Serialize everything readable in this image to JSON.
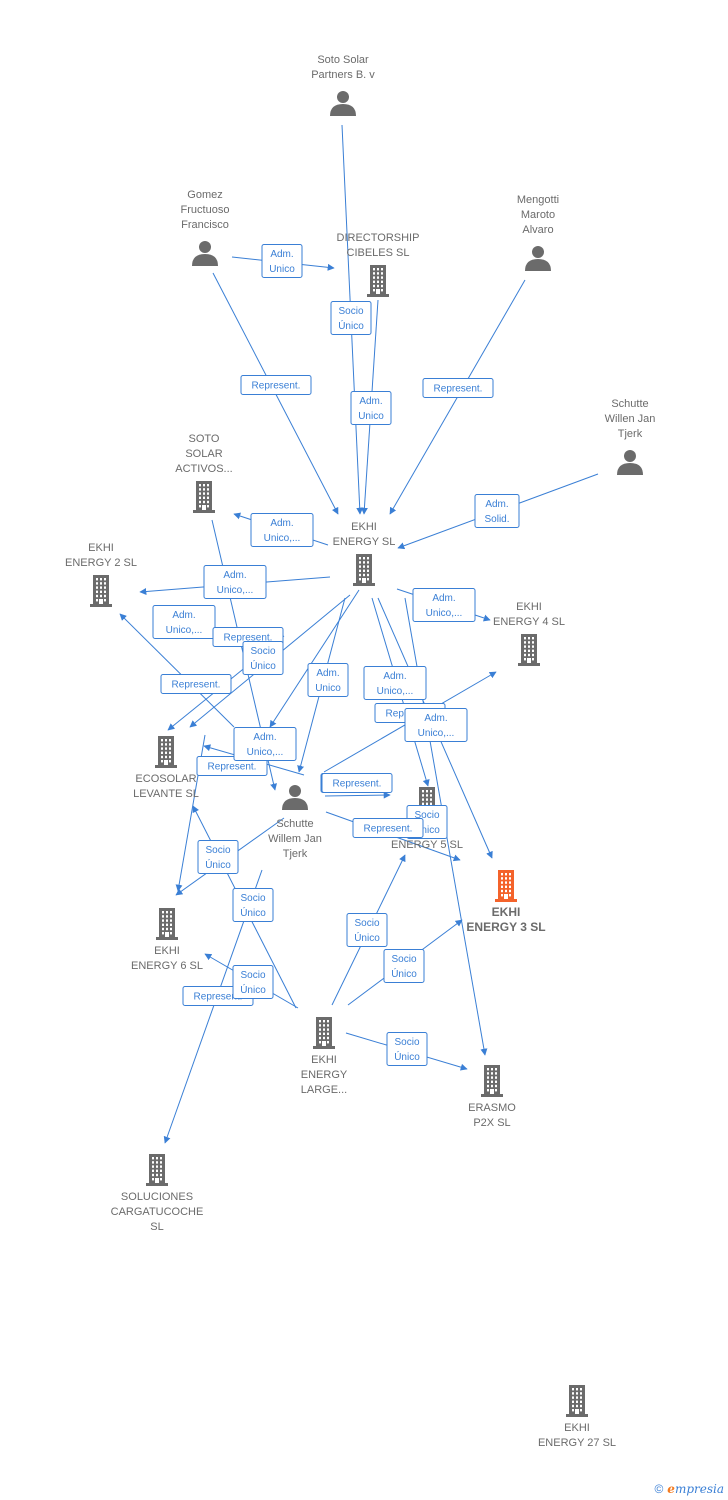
{
  "colors": {
    "edge": "#3a7fd5",
    "building": "#6b6b6b",
    "focus": "#f4632b",
    "person": "#6b6b6b"
  },
  "nodes": [
    {
      "id": "soto_partners",
      "type": "person",
      "label": [
        "Soto Solar",
        "Partners B. v"
      ]
    },
    {
      "id": "gomez",
      "type": "person",
      "label": [
        "Gomez",
        "Fructuoso",
        "Francisco"
      ]
    },
    {
      "id": "directorship",
      "type": "company",
      "label": [
        "DIRECTORSHIP",
        "CIBELES SL"
      ]
    },
    {
      "id": "mengotti",
      "type": "person",
      "label": [
        "Mengotti",
        "Maroto",
        "Alvaro"
      ]
    },
    {
      "id": "schutte_jan",
      "type": "person",
      "label": [
        "Schutte",
        "Willen Jan",
        "Tjerk"
      ]
    },
    {
      "id": "soto_activos",
      "type": "company",
      "label": [
        "SOTO",
        "SOLAR",
        "ACTIVOS..."
      ]
    },
    {
      "id": "ekhi_energy",
      "type": "company",
      "label": [
        "EKHI",
        "ENERGY  SL"
      ]
    },
    {
      "id": "ekhi2",
      "type": "company",
      "label": [
        "EKHI",
        "ENERGY 2  SL"
      ]
    },
    {
      "id": "ekhi4",
      "type": "company",
      "label": [
        "EKHI",
        "ENERGY 4  SL"
      ]
    },
    {
      "id": "ecosolar",
      "type": "company",
      "label": [
        "ECOSOLAR",
        "LEVANTE  SL"
      ]
    },
    {
      "id": "schutte_willem",
      "type": "person",
      "label": [
        "Schutte",
        "Willem Jan",
        "Tjerk"
      ]
    },
    {
      "id": "ekhi5",
      "type": "company",
      "label": [
        "EKHI",
        "ENERGY 5  SL"
      ]
    },
    {
      "id": "ekhi3",
      "type": "focus",
      "label": [
        "EKHI",
        "ENERGY 3  SL"
      ]
    },
    {
      "id": "ekhi6",
      "type": "company",
      "label": [
        "EKHI",
        "ENERGY 6  SL"
      ]
    },
    {
      "id": "ekhi_large",
      "type": "company",
      "label": [
        "EKHI",
        "ENERGY",
        "LARGE..."
      ]
    },
    {
      "id": "erasmo",
      "type": "company",
      "label": [
        "ERASMO",
        "P2X  SL"
      ]
    },
    {
      "id": "soluciones",
      "type": "company",
      "label": [
        "SOLUCIONES",
        "CARGATUCOCHE",
        "SL"
      ]
    },
    {
      "id": "ekhi27",
      "type": "company",
      "label": [
        "EKHI",
        "ENERGY 27  SL"
      ]
    }
  ],
  "edges": [
    {
      "label": [
        "Adm.",
        "Unico"
      ]
    },
    {
      "label": [
        "Socio",
        "Único"
      ]
    },
    {
      "label": [
        "Represent."
      ]
    },
    {
      "label": [
        "Adm.",
        "Unico"
      ]
    },
    {
      "label": [
        "Represent."
      ]
    },
    {
      "label": [
        "Adm.",
        "Solid."
      ]
    },
    {
      "label": [
        "Adm.",
        "Unico,..."
      ]
    },
    {
      "label": [
        "Adm.",
        "Unico,..."
      ]
    },
    {
      "label": [
        "Adm.",
        "Unico,..."
      ]
    },
    {
      "label": [
        "Adm.",
        "Unico,..."
      ]
    },
    {
      "label": [
        "Represent."
      ]
    },
    {
      "label": [
        "Socio",
        "Único"
      ]
    },
    {
      "label": [
        "Represent."
      ]
    },
    {
      "label": [
        "Adm.",
        "Unico"
      ]
    },
    {
      "label": [
        "Adm.",
        "Unico,..."
      ]
    },
    {
      "label": [
        "Represent."
      ]
    },
    {
      "label": [
        "Adm.",
        "Unico,..."
      ]
    },
    {
      "label": [
        "Represent."
      ]
    },
    {
      "label": [
        "Adm.",
        "Unico,..."
      ]
    },
    {
      "label": [
        "Represent."
      ]
    },
    {
      "label": [
        "Represent."
      ]
    },
    {
      "label": [
        "Socio",
        "Único"
      ]
    },
    {
      "label": [
        "Represent."
      ]
    },
    {
      "label": [
        "Socio",
        "Único"
      ]
    },
    {
      "label": [
        "Socio",
        "Único"
      ]
    },
    {
      "label": [
        "Socio",
        "Único"
      ]
    },
    {
      "label": [
        "Socio",
        "Único"
      ]
    },
    {
      "label": [
        "Represent."
      ]
    },
    {
      "label": [
        "Socio",
        "Único"
      ]
    },
    {
      "label": [
        "Socio",
        "Único"
      ]
    }
  ],
  "footer": {
    "copyright": "©",
    "brand_e": "e",
    "brand_rest": "mpresia"
  }
}
